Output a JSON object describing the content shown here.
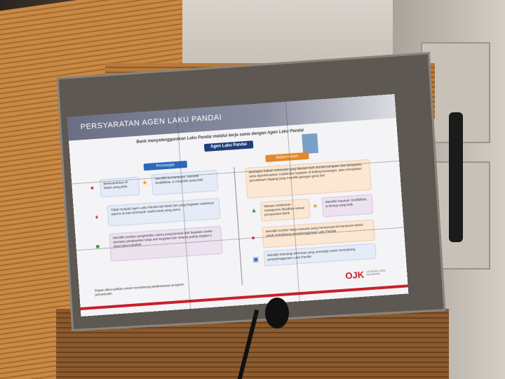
{
  "slide": {
    "title": "PERSYARATAN AGEN LAKU PANDAI",
    "subtitle": "Bank menyelenggarakan Laku Pandai melalui kerja sama dengan Agen Laku Pandai",
    "main_label": "Agen Laku Pandai",
    "left_label": "Perorangan",
    "right_label": "Badan Hukum",
    "left_cards": [
      "Berkedudukan di lokasi yang jelas",
      "Memiliki kemampuan, reputasi, kredibilitas, & integritas yang baik",
      "Tidak menjadi Agen Laku Pandai dari Bank lain yang kegiatan usahanya sejenis di satu kelompok usaha bank yang sama",
      "Memiliki sumber penghasilan utama yang berasal dari kegiatan usaha dan/atau penghasilan tetap dari kegiatan lain selama paling singkat 2 (dua) tahun terakhir"
    ],
    "right_cards": [
      "Berbadan hukum Indonesia yang diawasi oleh otoritas pengatur dan pengawas, serta diperkenankan melakukan kegiatan di bidang keuangan, atau merupakan perusahaan dagang yang memiliki jaringan gerai ritel",
      "Mampu melakukan manajemen likuiditas sesuai persyaratan Bank",
      "Memiliki reputasi, kredibilitas, & kinerja yang baik",
      "Memiliki sumber daya manusia yang mempunyai kemampuan teknis untuk mendukung penyelenggaraan Laku Pandai",
      "Memiliki teknologi informasi yang memadai untuk mendukung penyelenggaraan Laku Pandai"
    ],
    "footer_note": "Dapat dikecualikan untuk mendukung pelaksanaan program pemerintah.",
    "logo_text": "OJK",
    "logo_caption": "OTORITAS JASA KEUANGAN"
  },
  "colors": {
    "accent_blue": "#2a6bb8",
    "accent_orange": "#e08a2c",
    "brand_red": "#c8202a"
  }
}
